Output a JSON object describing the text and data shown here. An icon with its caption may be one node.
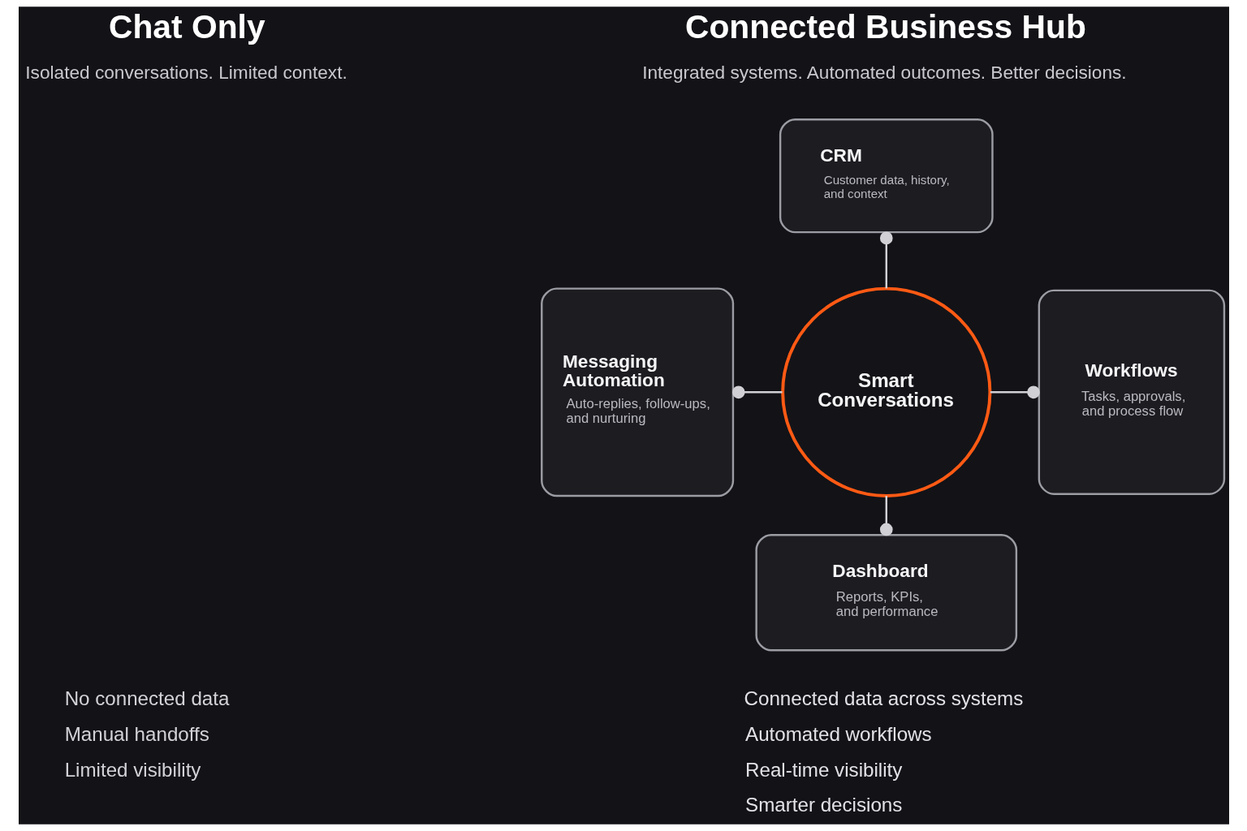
{
  "diagram": {
    "nodes": [
      {
        "text": [
          "CRM",
          "Customer data, history, and context"
        ]
      },
      {
        "text": [
          "Messaging Automation",
          "Auto-replies, follow-ups, and nurturing"
        ]
      },
      {
        "text": [
          "Smart Conversations"
        ]
      },
      {
        "text": [
          "Workflows",
          "Tasks, approvals, and process flow"
        ]
      },
      {
        "text": [
          "Dashboard",
          "Reports, KPIs, and performance"
        ]
      }
    ],
    "edges": [
      {
        "from": 0,
        "to": 2,
        "arrow": "other"
      },
      {
        "from": 1,
        "to": 2,
        "arrow": "other"
      },
      {
        "from": 2,
        "to": 3,
        "arrow": "other"
      },
      {
        "from": 2,
        "to": 4,
        "arrow": "other"
      }
    ],
    "labels": [
      "Chat Only",
      "Isolated conversations. Limited context.",
      "Connected Business Hub",
      "Integrated systems. Automated outcomes. Better decisions.",
      "No connected data",
      "Manual handoffs",
      "Limited visibility",
      "Connected data across systems",
      "Automated workflows",
      "Real-time visibility",
      "Smarter decisions"
    ]
  }
}
